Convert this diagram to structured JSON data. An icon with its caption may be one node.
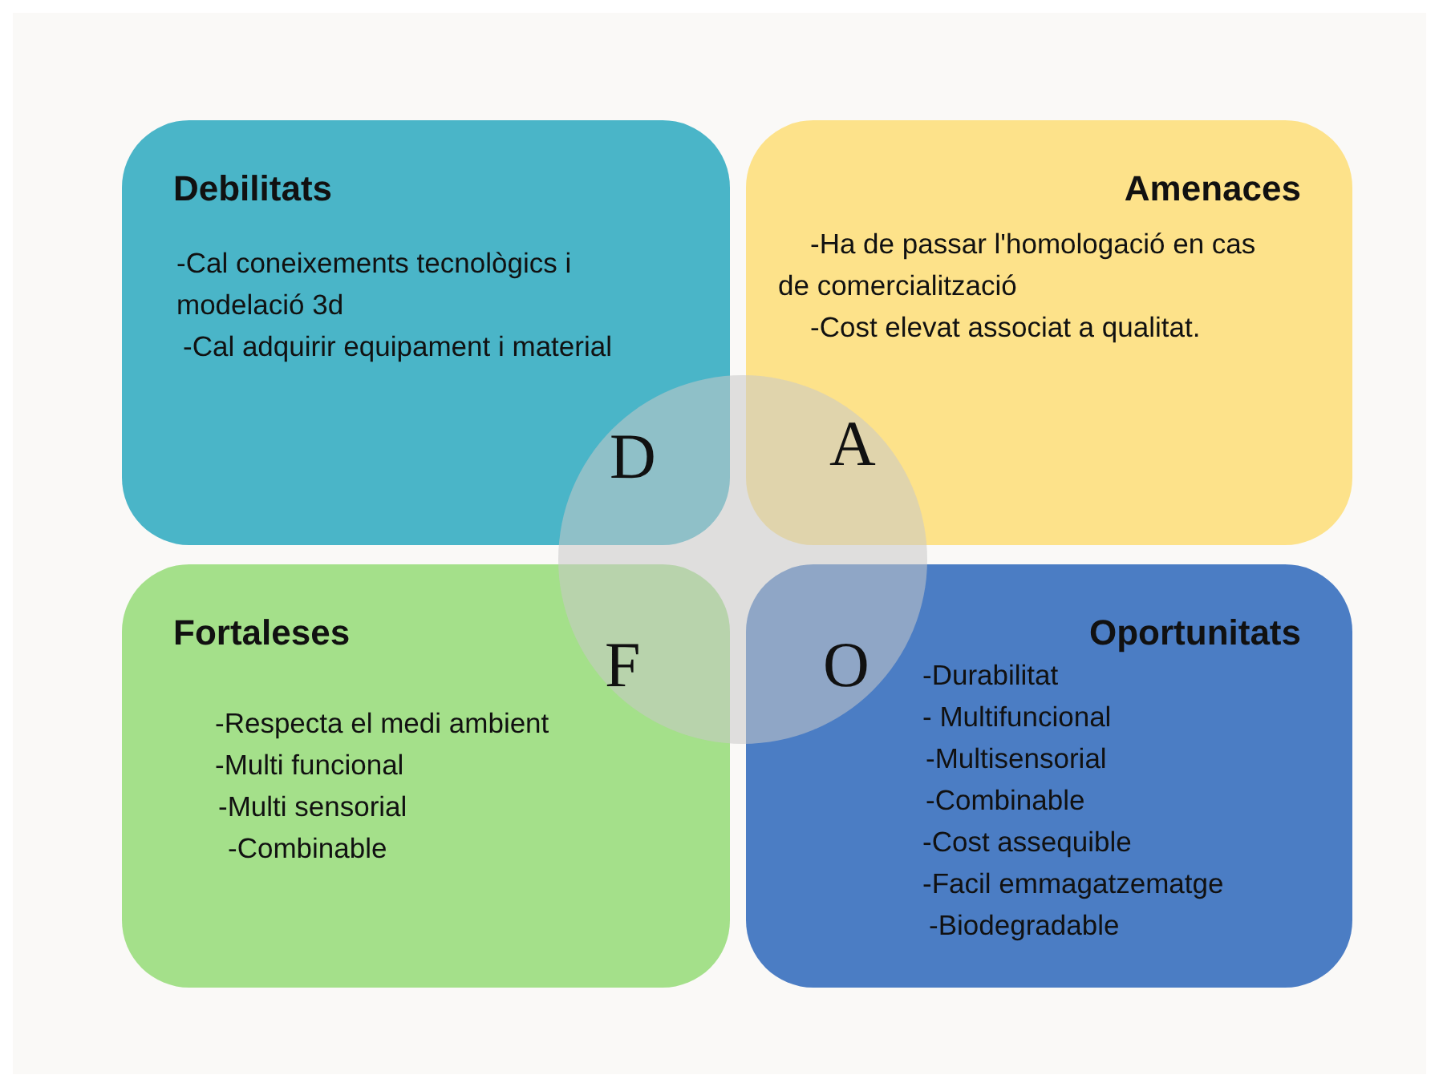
{
  "diagram": {
    "nodes": [
      {
        "text": [
          "Debilitats",
          "-Cal coneixements tecnològics i modelació 3d",
          "-Cal adquirir equipament i material"
        ]
      },
      {
        "text": [
          "Amenaces",
          "-Ha de passar l'homologació en cas de comercialització",
          "-Cost elevat associat a qualitat."
        ]
      },
      {
        "text": [
          "Fortaleses",
          "-Respecta el medi ambient",
          "-Multi funcional",
          "-Multi sensorial",
          "-Combinable"
        ]
      },
      {
        "text": [
          "Oportunitats",
          "-Durabilitat",
          "- Multifuncional",
          "-Multisensorial",
          "-Combinable",
          "-Cost assequible",
          "-Facil emmagatzematge",
          "-Biodegradable"
        ]
      },
      {
        "text": [
          "D",
          "A",
          "F",
          "O"
        ]
      }
    ],
    "edges": []
  }
}
